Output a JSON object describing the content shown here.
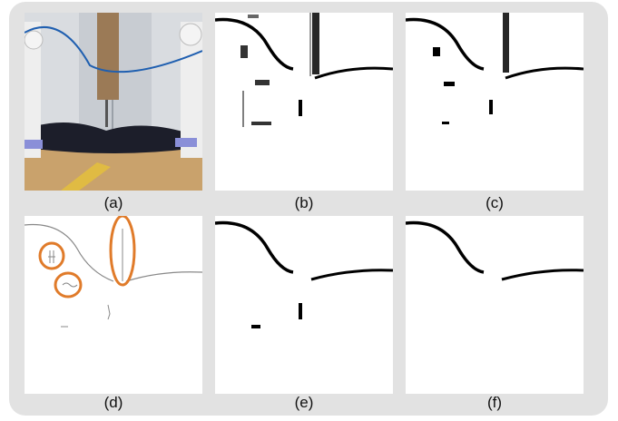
{
  "figure": {
    "panels": [
      {
        "id": "a",
        "label": "(a)",
        "kind": "photo"
      },
      {
        "id": "b",
        "label": "(b)",
        "kind": "mask-noisy"
      },
      {
        "id": "c",
        "label": "(c)",
        "kind": "mask-cleaned"
      },
      {
        "id": "d",
        "label": "(d)",
        "kind": "sketch-annotated"
      },
      {
        "id": "e",
        "label": "(e)",
        "kind": "mask-filtered"
      },
      {
        "id": "f",
        "label": "(f)",
        "kind": "mask-final"
      }
    ],
    "colors": {
      "frame": "#e2e2e2",
      "annotation": "#e07b2a",
      "mask_line": "#000000",
      "sketch_line": "#888888",
      "cable": "#1f5fb0",
      "cloth": "#1c1e2a",
      "table": "#c9a26c"
    }
  }
}
